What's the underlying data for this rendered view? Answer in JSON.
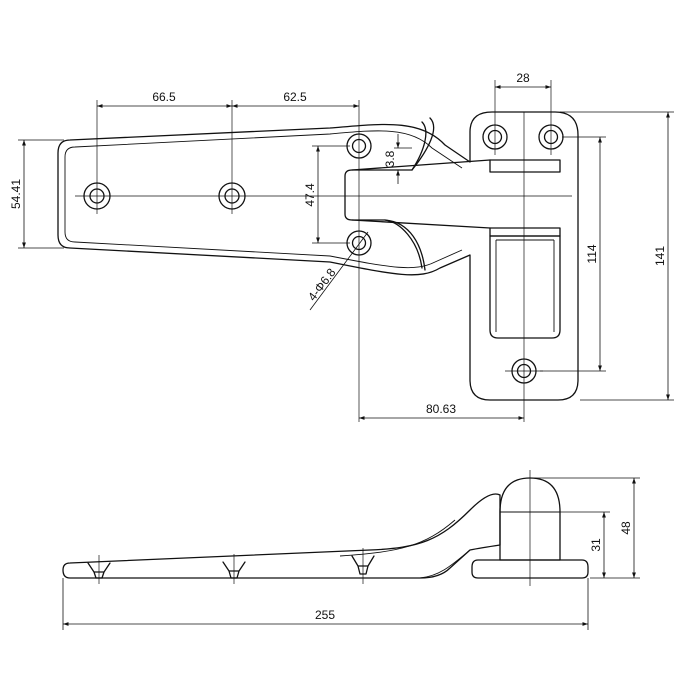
{
  "drawing": {
    "dimensions": {
      "d_28": "28",
      "d_66_5": "66.5",
      "d_62_5": "62.5",
      "d_3_8": "3.8",
      "d_47_4": "47.4",
      "d_54_41": "54.41",
      "d_114": "114",
      "d_141": "141",
      "d_hole": "4-Φ6.8",
      "d_80_63": "80.63",
      "d_31": "31",
      "d_48": "48",
      "d_255": "255"
    }
  }
}
